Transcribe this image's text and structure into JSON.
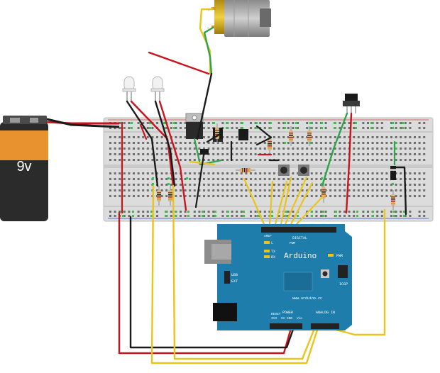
{
  "battery": {
    "label": "9v",
    "colors": {
      "body": "#2b2b2b",
      "band": "#e8912f",
      "terminal": "#9a9a9a"
    }
  },
  "arduino": {
    "name": "Arduino",
    "website": "www.arduino.cc",
    "header_digital": "DIGITAL",
    "header_power": "POWER",
    "header_analog": "ANALOG IN",
    "label_usb": "USB",
    "label_ext": "EXT",
    "label_pwr": "PWR",
    "label_icsp": "ICSP",
    "label_tx": "TX",
    "label_rx": "RX",
    "label_l": "L",
    "label_aref": "AREF",
    "label_gnd": "GND",
    "label_reset": "RESET",
    "label_3v3": "3V3",
    "label_5v": "5V",
    "label_vin": "Vin",
    "label_pwm": "PWM",
    "colors": {
      "board": "#1f7dab",
      "silk": "#ffffff",
      "header": "#222222"
    }
  },
  "motor": {
    "terminal_top": "+",
    "terminal_bottom": "-"
  },
  "wire_colors": {
    "red": "#c8141c",
    "black": "#1a1a1a",
    "yellow": "#e8c51a",
    "green": "#2fa34a"
  },
  "breadboard": {
    "colors": {
      "body": "#dcdcdc",
      "hole": "#6e6e6e",
      "active": "#39c24a"
    }
  }
}
